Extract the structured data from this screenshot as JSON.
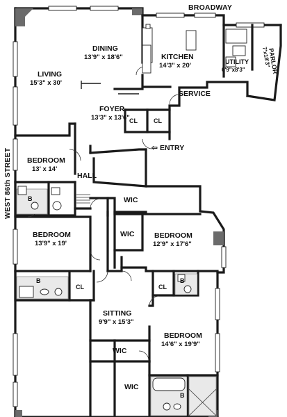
{
  "streets": {
    "north": "BROADWAY",
    "west": "WEST 86th STREET"
  },
  "rooms": {
    "dining": {
      "name": "DINING",
      "dim": "13'9\" x 18'6\""
    },
    "kitchen": {
      "name": "KITCHEN",
      "dim": "14'3\" x 20'"
    },
    "utility": {
      "name": "UTILITY",
      "dim": "6'9\"x8'3\""
    },
    "parlor": {
      "name": "PARLOR",
      "dim": "7'x18'3\""
    },
    "living": {
      "name": "LIVING",
      "dim": "15'3\" x 30'"
    },
    "service": {
      "name": "SERVICE"
    },
    "foyer": {
      "name": "FOYER",
      "dim": "13'3\" x 13'6\""
    },
    "entry": {
      "name": "ENTRY"
    },
    "bedroom1": {
      "name": "BEDROOM",
      "dim": "13' x 14'"
    },
    "hall": {
      "name": "HALL"
    },
    "bedroom2": {
      "name": "BEDROOM",
      "dim": "13'9\" x 19'"
    },
    "bedroom3": {
      "name": "BEDROOM",
      "dim": "12'9\" x 17'6\""
    },
    "sitting": {
      "name": "SITTING",
      "dim": "9'9\" x 15'3\""
    },
    "bedroom4": {
      "name": "BEDROOM",
      "dim": "14'6\" x 19'9\""
    }
  },
  "small_labels": {
    "closet": "CL",
    "walk_in_closet": "WIC",
    "bath": "B"
  },
  "icons": {
    "entry_arrow": "left-arrow-icon"
  }
}
